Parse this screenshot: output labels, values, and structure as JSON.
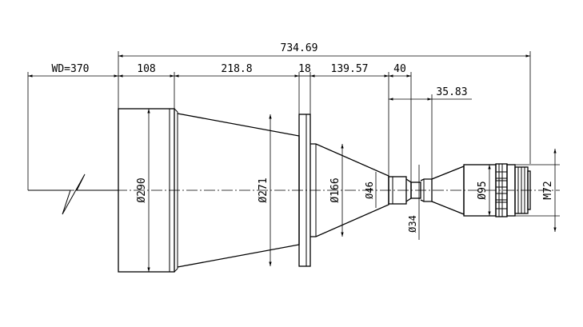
{
  "drawing": {
    "overall_length": "734.69",
    "working_distance": "WD=370",
    "segment_1": "108",
    "segment_2": "218.8",
    "segment_3": "18",
    "segment_4": "139.57",
    "segment_5": "40",
    "segment_6": "35.83",
    "dia_front": "Ø290",
    "dia_cone": "Ø271",
    "dia_cone2": "Ø166",
    "dia_neck": "Ø46",
    "dia_ring": "Ø34",
    "dia_barrel": "Ø95",
    "thread": "M72"
  }
}
